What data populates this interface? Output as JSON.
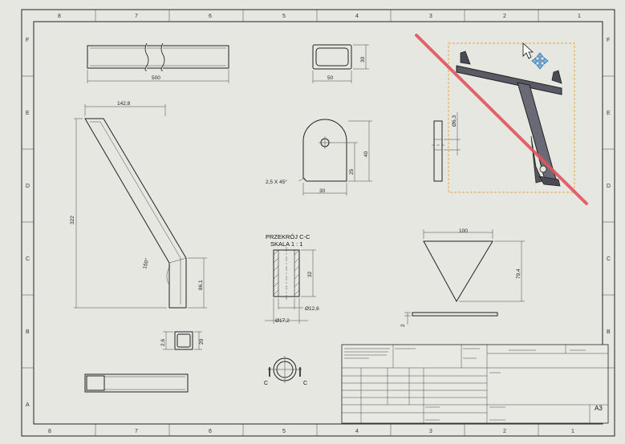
{
  "border": {
    "columns": [
      "8",
      "7",
      "6",
      "5",
      "4",
      "3",
      "2",
      "1"
    ],
    "rows": [
      "F",
      "E",
      "D",
      "C",
      "B",
      "A"
    ]
  },
  "dims": {
    "beam_length": "500",
    "tube_width": "50",
    "tube_height": "30",
    "arm_width": "142,8",
    "arm_height": "322",
    "arm_angle": "150°",
    "arm_end": "86,1",
    "plate_height": "40",
    "plate_hole": "25",
    "plate_width": "30",
    "plate_chamfer": "2,5 X 45°",
    "side_dia": "Ø6,3",
    "sect_height": "32",
    "sect_inner": "Ø12,6",
    "sect_outer": "Ø17,2",
    "tri_width": "100",
    "tri_height": "79,4",
    "tri_thick": "2",
    "small_a": "2,6",
    "small_b": "20"
  },
  "section": {
    "title": "PRZEKRÓJ C-C",
    "scale": "SKALA 1 : 1",
    "cut_left": "C",
    "cut_right": "C"
  },
  "title_block": {
    "size": "A3"
  },
  "colors": {
    "sheet_bg": "#e7e7e2",
    "line": "#222222",
    "select_box": "#e8a53c",
    "red_stroke": "#e0545e",
    "move_icon": "#3b8fd1"
  }
}
